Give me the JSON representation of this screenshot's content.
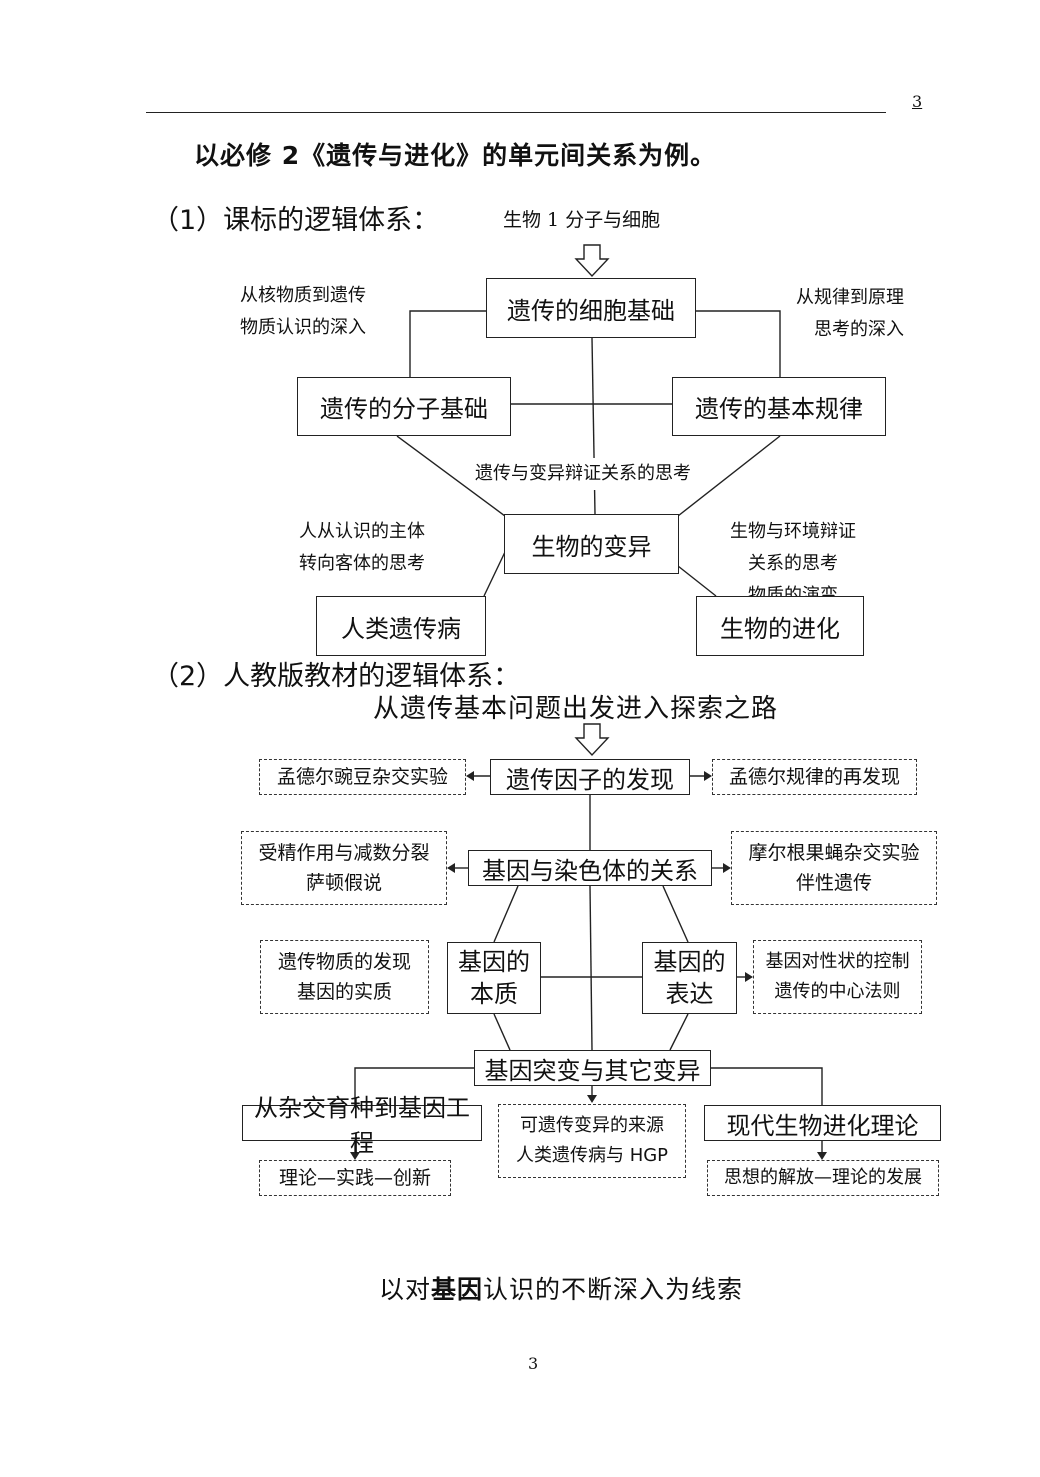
{
  "header": {
    "page_num_top": "3"
  },
  "title": "以必修 2《遗传与进化》的单元间关系为例。",
  "section1": {
    "heading": "（1）课标的逻辑体系：",
    "top_label": "生物 1  分子与细胞",
    "nodes": {
      "cell_basis": "遗传的细胞基础",
      "molecular_basis": "遗传的分子基础",
      "basic_laws": "遗传的基本规律",
      "variation": "生物的变异",
      "human_disease": "人类遗传病",
      "evolution": "生物的进化"
    },
    "annotations": {
      "left_top_1": "从核物质到遗传",
      "left_top_2": "物质认识的深入",
      "right_top_1": "从规律到原理",
      "right_top_2": "思考的深入",
      "middle": "遗传与变异辩证关系的思考",
      "left_bottom_1": "人从认识的主体",
      "left_bottom_2": "转向客体的思考",
      "right_bottom_1": "生物与环境辩证",
      "right_bottom_2": "关系的思考",
      "right_bottom_3": "物质的演变"
    }
  },
  "section2": {
    "heading": "（2）人教版教材的逻辑体系：",
    "subtitle": "从遗传基本问题出发进入探索之路",
    "nodes": {
      "factor_discovery": "遗传因子的发现",
      "gene_chromosome": "基因与染色体的关系",
      "gene_nature_1": "基因的",
      "gene_nature_2": "本质",
      "gene_expression_1": "基因的",
      "gene_expression_2": "表达",
      "mutation": "基因突变与其它变异",
      "breeding": "从杂交育种到基因工程",
      "evolution_theory": "现代生物进化理论"
    },
    "side_boxes": {
      "mendel_pea": "孟德尔豌豆杂交实验",
      "mendel_rediscovery": "孟德尔规律的再发现",
      "fertilization_1": "受精作用与减数分裂",
      "fertilization_2": "萨顿假说",
      "morgan_1": "摩尔根果蝇杂交实验",
      "morgan_2": "伴性遗传",
      "material_1": "遗传物质的发现",
      "material_2": "基因的实质",
      "control_1": "基因对性状的控制",
      "control_2": "遗传的中心法则",
      "source_1": "可遗传变异的来源",
      "source_2": "人类遗传病与 HGP",
      "theory_practice": "理论—实践—创新",
      "liberation": "思想的解放—理论的发展"
    }
  },
  "conclusion": {
    "prefix": "以对",
    "bold": "基因",
    "suffix": "认识的不断深入为线索"
  },
  "footer": {
    "page_num": "3"
  }
}
